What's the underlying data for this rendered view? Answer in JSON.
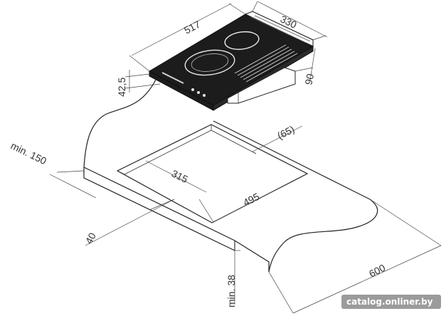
{
  "dimensions": {
    "hob_width": "517",
    "hob_depth": "330",
    "hob_height": "90",
    "hob_thickness": "42,5",
    "min_clearance": "min. 150",
    "cutout_inner": "315",
    "cutout_length": "495",
    "cutout_offset": "(65)",
    "front_offset": "40",
    "worktop_depth": "600",
    "worktop_min_thickness": "min. 38"
  },
  "watermark": "catalog.onliner.by",
  "colors": {
    "hob_glass": "#1c1c1c",
    "line": "#222222",
    "watermark_bg": "#8a8a8a"
  }
}
